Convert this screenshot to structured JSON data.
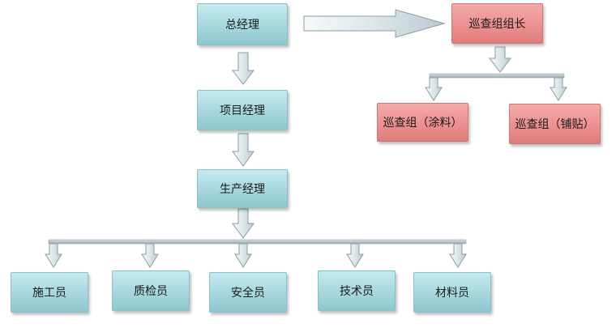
{
  "nodes": {
    "general_manager": "总经理",
    "project_manager": "项目经理",
    "production_manager": "生产经理",
    "construction_worker": "施工员",
    "quality_inspector": "质检员",
    "safety_officer": "安全员",
    "technician": "技术员",
    "materials_officer": "材料员",
    "patrol_leader": "巡查组组长",
    "patrol_coating": "巡查组（涂料）",
    "patrol_tiling": "巡查组（铺贴）"
  },
  "colors": {
    "teal_box": "#a6d7dd",
    "red_box": "#ea8f8e",
    "arrow_fill": "#e6f0f2",
    "arrow_stroke": "#8a9ea3"
  }
}
